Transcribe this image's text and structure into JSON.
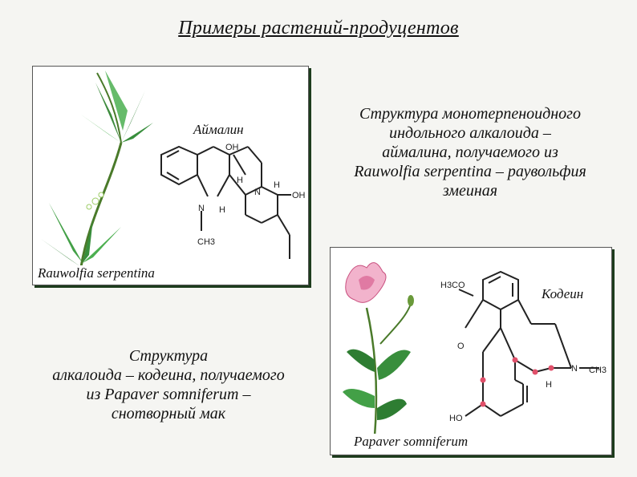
{
  "title": "Примеры растений-продуцентов",
  "panel_top": {
    "compound_label": "Аймалин",
    "plant_caption": "Rauwolfia serpentina",
    "description_lines": [
      "Структура  монотерпеноидного",
      "индольного алкалоида –",
      "аймалина, получаемого из",
      "Rauwolfia serpentina – раувольфия",
      "змеиная"
    ],
    "atoms": {
      "oh_top": "OH",
      "oh_right": "OH",
      "h1": "H",
      "h2": "H",
      "h3": "H",
      "n1": "N",
      "n2": "N",
      "ch3": "CH3"
    }
  },
  "panel_bottom": {
    "compound_label": "Кодеин",
    "plant_caption": "Papaver somniferum",
    "description_lines": [
      "Структура",
      "алкалоида – кодеина, получаемого",
      "из Papaver somniferum –",
      "снотворный мак"
    ],
    "atoms": {
      "h3co": "H3CO",
      "o": "O",
      "n": "N",
      "ch3": "CH3",
      "h": "H",
      "ho": "HO"
    }
  },
  "colors": {
    "frame_shadow": "#1d3c1d",
    "leaf": "#2e7d32",
    "flower": "#e88bb0",
    "marker": "#e0506a"
  }
}
